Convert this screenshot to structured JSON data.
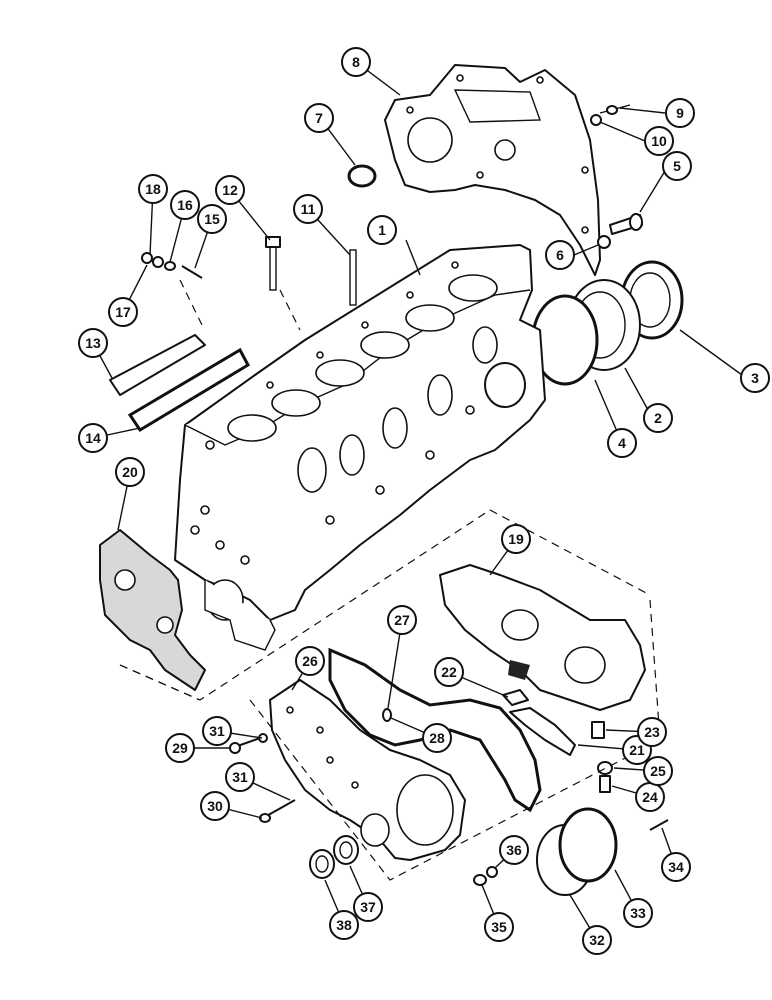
{
  "callouts": [
    {
      "label": "1"
    },
    {
      "label": "2"
    },
    {
      "label": "3"
    },
    {
      "label": "4"
    },
    {
      "label": "5"
    },
    {
      "label": "6"
    },
    {
      "label": "7"
    },
    {
      "label": "8"
    },
    {
      "label": "9"
    },
    {
      "label": "10"
    },
    {
      "label": "11"
    },
    {
      "label": "12"
    },
    {
      "label": "13"
    },
    {
      "label": "14"
    },
    {
      "label": "15"
    },
    {
      "label": "16"
    },
    {
      "label": "17"
    },
    {
      "label": "18"
    },
    {
      "label": "19"
    },
    {
      "label": "20"
    },
    {
      "label": "21"
    },
    {
      "label": "22"
    },
    {
      "label": "23"
    },
    {
      "label": "24"
    },
    {
      "label": "25"
    },
    {
      "label": "26"
    },
    {
      "label": "27"
    },
    {
      "label": "28"
    },
    {
      "label": "29"
    },
    {
      "label": "30"
    },
    {
      "label": "31"
    },
    {
      "label": "31"
    },
    {
      "label": "32"
    },
    {
      "label": "33"
    },
    {
      "label": "34"
    },
    {
      "label": "35"
    },
    {
      "label": "36"
    },
    {
      "label": "37"
    },
    {
      "label": "38"
    }
  ]
}
